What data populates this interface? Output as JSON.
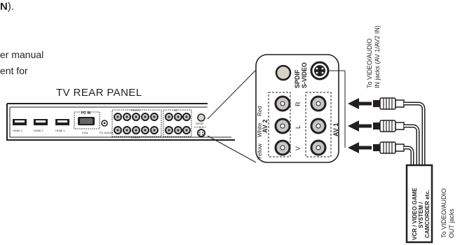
{
  "fragments": {
    "top_line_text": "N",
    "top_line_end": ").",
    "left_line_1": "er manual",
    "left_line_2": "ent for"
  },
  "panel": {
    "title": "TV REAR PANEL",
    "hdmi_labels": [
      "HDMI 3",
      "HDMI 2",
      "HDMI 1"
    ],
    "pc_in_label": "PC IN",
    "pc_vga_label": "VGA",
    "pc_audio_label": "PC AUDIO",
    "ypbpr2_label": "YPbPr2",
    "ypbpr1_label": "YPbPr1",
    "av_label": "AV",
    "small_spdif_label": "SPDIF",
    "small_svideo_label": "S-VIDEO"
  },
  "zoom": {
    "spdif_label": "SPDIF",
    "svideo_label": "S-VIDEO",
    "av2_label": "AV 2",
    "av1_label": "AV 1",
    "jack_letters": [
      "R",
      "L",
      "V"
    ],
    "color_labels": [
      "Yellow",
      "White",
      "Red"
    ]
  },
  "device": {
    "label_lines": [
      "VCR / VIDEO GAME",
      "SYSTEM /",
      "CAMCORDER etc."
    ]
  },
  "annotations": {
    "to_in_line1": "To VIDEO/AUDIO",
    "to_in_line2": "IN jacks (AV 1/AV2  IN)",
    "to_out_line1": "To VIDEO/AUDIO",
    "to_out_line2": "OUT jacks"
  },
  "colors": {
    "ink": "#231f20",
    "jack_fill": "#c6c6c6",
    "spdif_fill": "#d6d3c4"
  }
}
